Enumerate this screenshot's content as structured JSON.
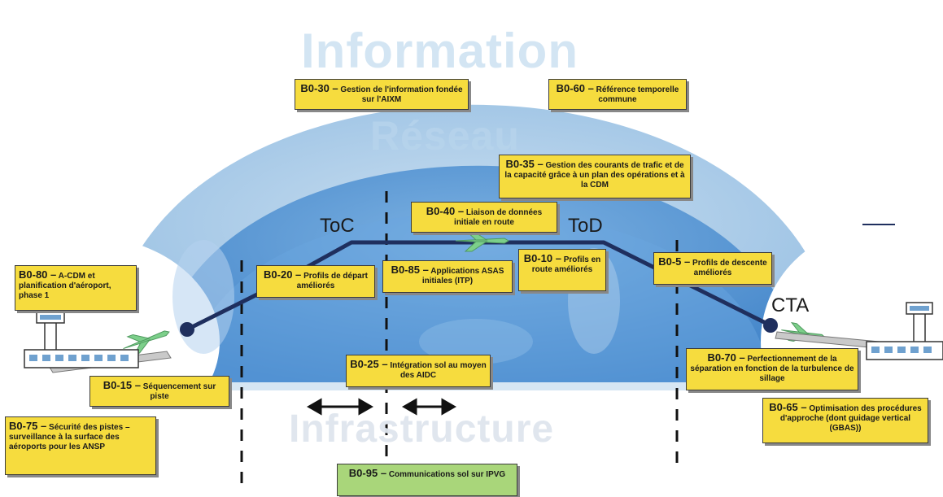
{
  "zones": {
    "information": "Information",
    "reseau": "Réseau",
    "infrastructure": "Infrastructure"
  },
  "phases": {
    "toc": "ToC",
    "tod": "ToD",
    "cta": "CTA"
  },
  "modules": {
    "b0_80": {
      "code": "B0-80 –",
      "text": "A-CDM et planification d'aéroport, phase 1"
    },
    "b0_15": {
      "code": "B0-15 –",
      "text": "Séquencement sur piste"
    },
    "b0_75": {
      "code": "B0-75 –",
      "text": "Sécurité des pistes – surveillance à la surface des aéroports pour les ANSP"
    },
    "b0_30": {
      "code": "B0-30 –",
      "text": "Gestion de l'information fondée sur l'AIXM"
    },
    "b0_60": {
      "code": "B0-60 –",
      "text": "Référence temporelle commune"
    },
    "b0_35": {
      "code": "B0-35 –",
      "text": "Gestion des courants de trafic et de la capacité grâce à un plan des opérations et à la CDM"
    },
    "b0_40": {
      "code": "B0-40 –",
      "text": "Liaison de données initiale en route"
    },
    "b0_20": {
      "code": "B0-20 –",
      "text": "Profils de départ améliorés"
    },
    "b0_85": {
      "code": "B0-85 –",
      "text": "Applications ASAS initiales (ITP)"
    },
    "b0_10": {
      "code": "B0-10 –",
      "text": "Profils en route améliorés"
    },
    "b0_5": {
      "code": "B0-5 –",
      "text": "Profils de descente améliorés"
    },
    "b0_25": {
      "code": "B0-25 –",
      "text": "Intégration sol au moyen des AIDC"
    },
    "b0_70": {
      "code": "B0-70 –",
      "text": "Perfectionnement de la séparation en fonction de la turbulence de sillage"
    },
    "b0_65": {
      "code": "B0-65 –",
      "text": "Optimisation des procédures d'approche (dont guidage vertical (GBAS))"
    },
    "b0_95": {
      "code": "B0-95 –",
      "text": "Communications sol sur IPVG"
    }
  },
  "colors": {
    "outer_dome": "#a7c9e6",
    "inner_dome": "#5d9bd6",
    "module_box": "#f6dc3e",
    "ground_box": "#a9d67a",
    "flight_path": "#1f2f5e",
    "aircraft": "#7ccf8a"
  }
}
